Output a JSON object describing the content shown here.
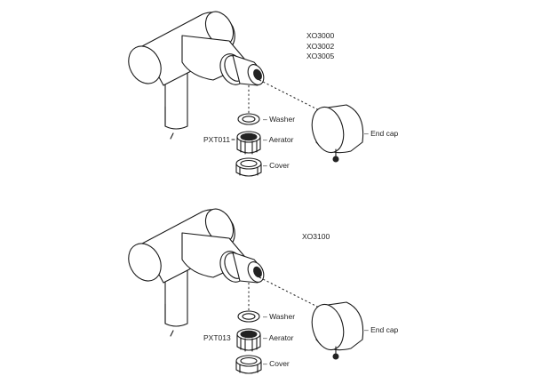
{
  "diagrams": [
    {
      "models": [
        "XO3000",
        "XO3002",
        "XO3005"
      ],
      "parts": {
        "washer": "– Washer",
        "aerator": "– Aerator",
        "aerator_code": "PXT011",
        "cover": "– Cover",
        "end_cap": "– End cap"
      }
    },
    {
      "models": [
        "XO3100"
      ],
      "parts": {
        "washer": "– Washer",
        "aerator": "– Aerator",
        "aerator_code": "PXT013",
        "cover": "– Cover",
        "end_cap": "– End cap"
      }
    }
  ]
}
